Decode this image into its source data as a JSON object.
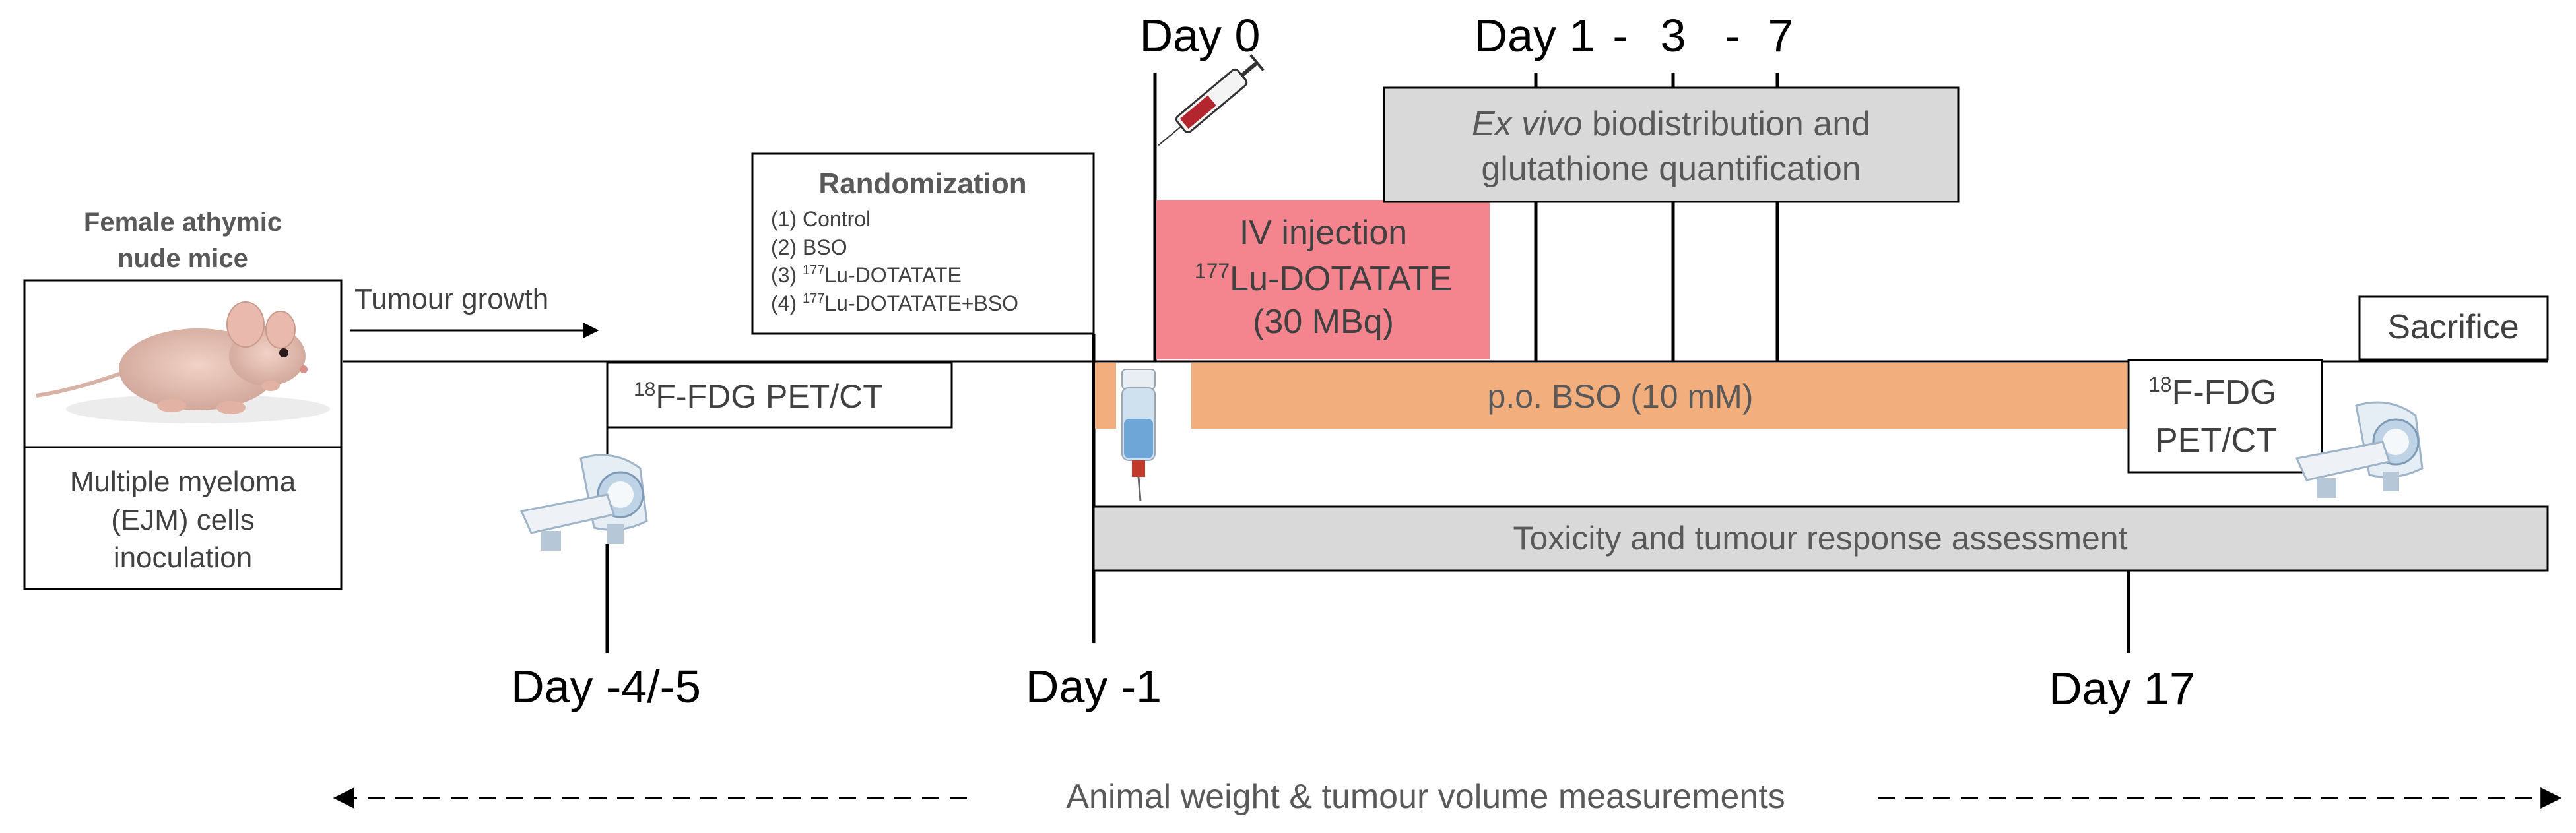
{
  "mouse_box": {
    "title_line1": "Female athymic",
    "title_line2": "nude mice",
    "caption_line1": "Multiple myeloma",
    "caption_line2": "(EJM) cells",
    "caption_line3": "inoculation"
  },
  "tumour_growth": "Tumour growth",
  "pet1": {
    "sup": "18",
    "label": "F-FDG PET/CT"
  },
  "randomization": {
    "title": "Randomization",
    "g1": "(1) Control",
    "g2": "(2) BSO",
    "g3_prefix": "(3) ",
    "g3_sup": "177",
    "g3_text": "Lu-DOTATATE",
    "g4_prefix": "(4) ",
    "g4_sup": "177",
    "g4_text": "Lu-DOTATATE+BSO"
  },
  "injection": {
    "line1": "IV injection",
    "sup": "177",
    "line2": "Lu-DOTATATE",
    "line3": "(30 MBq)"
  },
  "exvivo": {
    "italic": "Ex vivo",
    "line1_rest": " biodistribution and",
    "line2": "glutathione quantification"
  },
  "bso_bar": "p.o. BSO (10 mM)",
  "toxicity_bar": "Toxicity and tumour response assessment",
  "pet2": {
    "sup": "18",
    "line1": "F-FDG",
    "line2": "PET/CT"
  },
  "sacrifice": "Sacrifice",
  "days": {
    "day0": "Day 0",
    "day1": "Day 1",
    "dash1": "-",
    "day3": "3",
    "dash2": "-",
    "day7": "7",
    "day_m45": "Day -4/-5",
    "day_m1": "Day -1",
    "day17": "Day 17"
  },
  "bottom_note": "Animal weight & tumour volume measurements",
  "icons": {
    "mouse": "mouse-photo",
    "syringe": "syringe-icon",
    "bottle": "water-bottle-icon",
    "scanner": "pet-ct-scanner-icon"
  },
  "colors": {
    "injection": "#F4858E",
    "bso": "#F2AE7C",
    "grey_box": "#D9D9D9",
    "text_grey": "#595959"
  }
}
